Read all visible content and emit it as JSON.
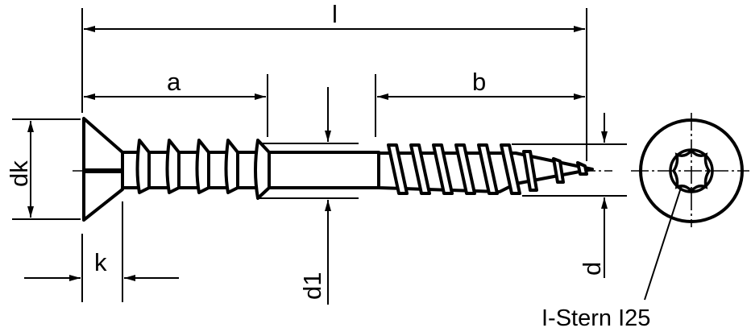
{
  "drawing": {
    "dimensions": {
      "length": "l",
      "unthreaded_length": "a",
      "thread_length": "b",
      "head_diameter": "dk",
      "head_height": "k",
      "shank_diameter": "d1",
      "thread_diameter": "d"
    },
    "drive_label": "I-Stern I25",
    "line_color": "#000000",
    "background": "#ffffff"
  }
}
